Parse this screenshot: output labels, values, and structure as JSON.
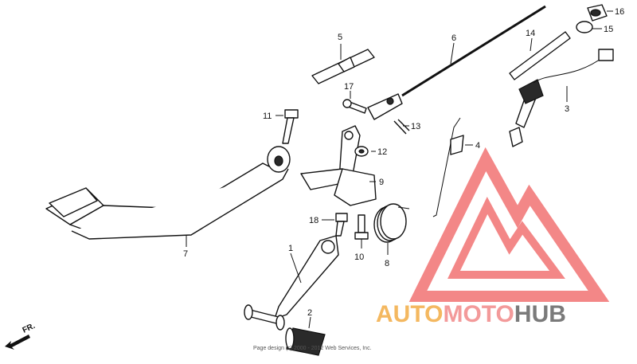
{
  "callouts": [
    {
      "id": "c1",
      "label": "1"
    },
    {
      "id": "c2",
      "label": "2"
    },
    {
      "id": "c3",
      "label": "3"
    },
    {
      "id": "c4",
      "label": "4"
    },
    {
      "id": "c5",
      "label": "5"
    },
    {
      "id": "c6",
      "label": "6"
    },
    {
      "id": "c7",
      "label": "7"
    },
    {
      "id": "c8",
      "label": "8"
    },
    {
      "id": "c9",
      "label": "9"
    },
    {
      "id": "c10",
      "label": "10"
    },
    {
      "id": "c11",
      "label": "11"
    },
    {
      "id": "c12",
      "label": "12"
    },
    {
      "id": "c13",
      "label": "13"
    },
    {
      "id": "c14",
      "label": "14"
    },
    {
      "id": "c15",
      "label": "15"
    },
    {
      "id": "c16",
      "label": "16"
    },
    {
      "id": "c17",
      "label": "17"
    },
    {
      "id": "c18",
      "label": "18"
    }
  ],
  "direction_label": "FR.",
  "watermark": {
    "part1": "AUTO",
    "part2": "MOTO",
    "part3": "HUB",
    "colors": {
      "auto": "#f4b860",
      "moto": "#f39a9a",
      "hub": "#7a7a7a",
      "logo": "#f06060"
    }
  },
  "credit": "Page design (c) 2000 - 2012 Web Services, Inc."
}
